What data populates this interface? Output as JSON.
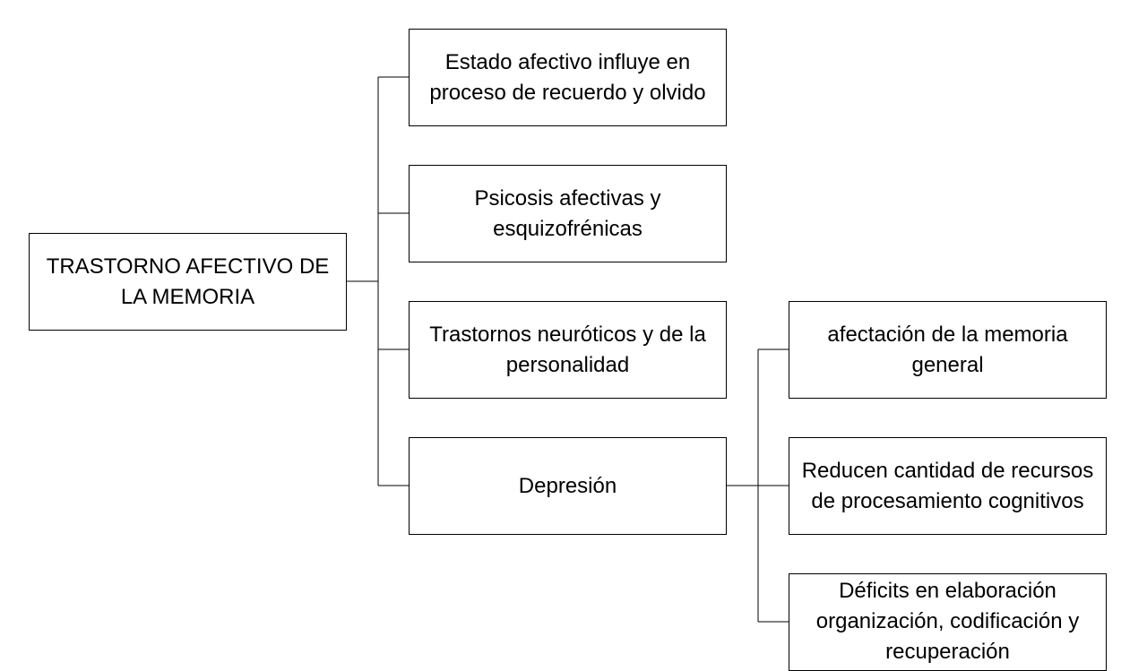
{
  "diagram": {
    "root": {
      "label": "TRASTORNO AFECTIVO DE LA MEMORIA"
    },
    "level1": [
      {
        "label": "Estado afectivo influye en proceso de recuerdo y olvido"
      },
      {
        "label": "Psicosis afectivas y esquizofrénicas"
      },
      {
        "label": "Trastornos neuróticos y de la personalidad"
      },
      {
        "label": "Depresión"
      }
    ],
    "depresion_children": [
      {
        "label": "afectación de la memoria general"
      },
      {
        "label": "Reducen cantidad de recursos de procesamiento cognitivos"
      },
      {
        "label": "Déficits en elaboración organización, codificación y recuperación"
      }
    ],
    "colors": {
      "border": "#000000",
      "text": "#000000",
      "background": "#ffffff"
    }
  }
}
